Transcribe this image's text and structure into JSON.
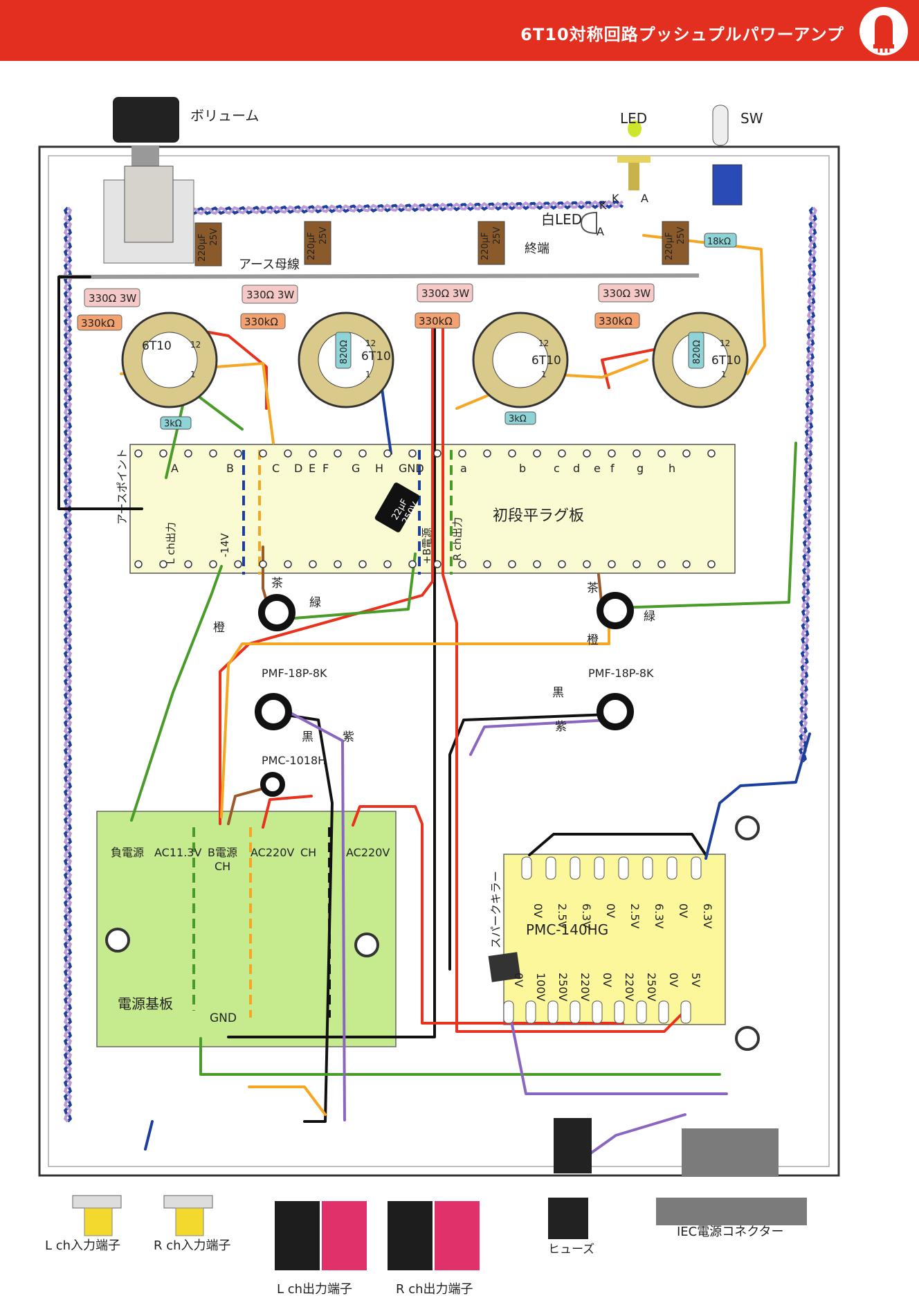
{
  "header": {
    "title": "6T10対称回路プッシュプルパワーアンプ",
    "accent_color": "#e32f1f",
    "logo_icon": "vacuum-tube-icon"
  },
  "top_labels": {
    "volume": "ボリューム",
    "led": "LED",
    "switch": "SW",
    "white_led": "白LED",
    "led_k1": "K",
    "led_k2": "K",
    "led_a1": "A",
    "led_a2": "A",
    "termination": "終端",
    "earth_bus": "アース母線"
  },
  "capacitors": {
    "top_value": "220μF",
    "top_voltage": "25V",
    "mid_value": "22μF",
    "mid_voltage": "250V"
  },
  "resistors": {
    "r330_3w": "330Ω 3W",
    "r330k": "330kΩ",
    "r820": "820Ω",
    "r3k": "3kΩ",
    "r18k": "18kΩ"
  },
  "tubes": {
    "name": "6T10",
    "pin12": "12",
    "pin1": "1"
  },
  "lug_board": {
    "title": "初段平ラグ板",
    "earth_point": "アースポイント",
    "l_out": "L ch出力",
    "r_out": "R ch出力",
    "minus14": "-14V",
    "b_supply": "+B電源",
    "terminals": [
      "A",
      "B",
      "C",
      "D",
      "E",
      "F",
      "G",
      "H",
      "GND",
      "a",
      "b",
      "c",
      "d",
      "e",
      "f",
      "g",
      "h"
    ]
  },
  "transformers": {
    "output_left_part": "PMF-18P-8K",
    "output_right_part": "PMF-18P-8K",
    "choke_part": "PMC-1018H",
    "power_part": "PMC-140HG",
    "brown": "茶",
    "green": "緑",
    "orange": "橙",
    "black": "黒",
    "purple": "紫"
  },
  "power_board": {
    "title": "電源基板",
    "terminals": [
      "負電源",
      "AC11.3V",
      "B電源",
      "AC220V",
      "CH",
      "AC220V"
    ],
    "ch_sub": "CH",
    "gnd": "GND"
  },
  "power_transformer": {
    "top_taps": [
      "0V",
      "2.5V",
      "6.3V",
      "0V",
      "2.5V",
      "6.3V",
      "0V",
      "6.3V"
    ],
    "bottom_taps": [
      "0V",
      "100V",
      "250V",
      "220V",
      "0V",
      "220V",
      "250V",
      "0V",
      "5V"
    ],
    "spark_killer": "スパークキラー"
  },
  "bottom_labels": {
    "l_input": "L ch入力端子",
    "r_input": "R ch入力端子",
    "l_output": "L ch出力端子",
    "r_output": "R ch出力端子",
    "fuse": "ヒューズ",
    "iec": "IEC電源コネクター"
  },
  "wire_colors": {
    "red": "#e8321d",
    "orange": "#f5a623",
    "green": "#4a9c2a",
    "blue": "#1c3f9e",
    "purple": "#8b66c0",
    "lavender": "#b79ad6",
    "brown": "#9c5a2a",
    "black": "#111111"
  }
}
